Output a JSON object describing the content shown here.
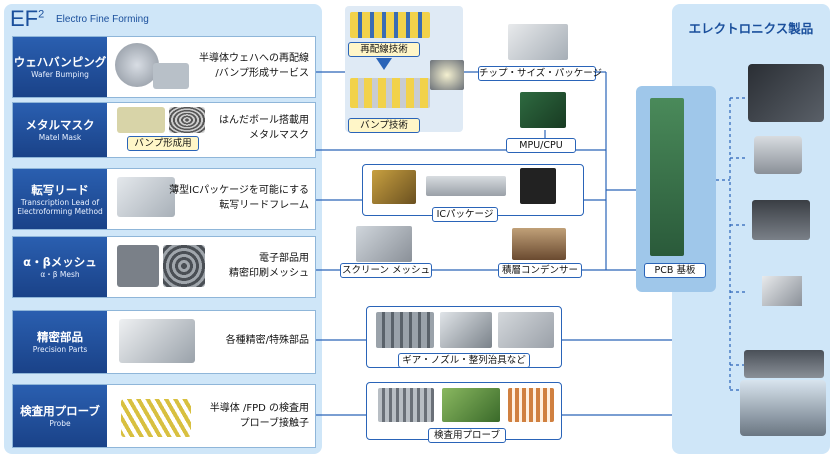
{
  "header": {
    "ef": "EF",
    "ef_sup": "2",
    "subtitle": "Electro Fine Forming"
  },
  "right_panel": {
    "title": "エレクトロニクス製品"
  },
  "rows": [
    {
      "jp": "ウェハバンピング",
      "en": "Wafer Bumping",
      "desc": [
        "半導体ウェハへの再配線",
        "/バンプ形成サービス"
      ]
    },
    {
      "jp": "メタルマスク",
      "en": "Matel Mask",
      "desc": [
        "はんだボール搭載用",
        "メタルマスク"
      ],
      "tag": "バンプ形成用"
    },
    {
      "jp": "転写リード",
      "en": "Transcription Lead of",
      "en2": "Electroforming Method",
      "desc": [
        "薄型ICパッケージを可能にする",
        "転写リードフレーム"
      ]
    },
    {
      "jp": "α・βメッシュ",
      "en": "α・β Mesh",
      "desc": [
        "電子部品用",
        "精密印刷メッシュ"
      ]
    },
    {
      "jp": "精密部品",
      "en": "Precision Parts",
      "desc": [
        "各種精密/特殊部品"
      ]
    },
    {
      "jp": "検査用プローブ",
      "en": "Probe",
      "desc": [
        "半導体 /FPD の検査用",
        "プローブ接触子"
      ]
    }
  ],
  "tags": {
    "rewiring": "再配線技術",
    "bump": "バンプ技術",
    "csp": "チップ・サイズ・パッケージ",
    "mpu": "MPU/CPU",
    "ic": "ICパッケージ",
    "screen": "スクリーン メッシュ",
    "capacitor": "積層コンデンサー",
    "pcb": "PCB 基板",
    "gear": "ギア・ノズル・整列治具など",
    "probe": "検査用プローブ"
  },
  "colors": {
    "panel": "#cfe6f8",
    "label": "#1a4288",
    "line": "#2a64b8"
  }
}
